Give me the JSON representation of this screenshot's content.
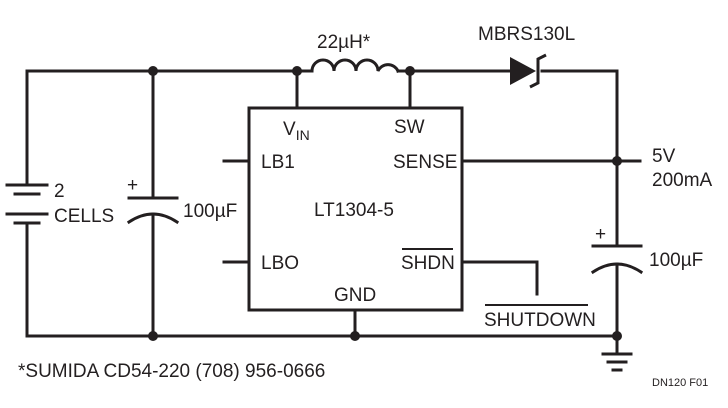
{
  "ic": {
    "name": "LT1304-5",
    "pins": {
      "vin_main": "V",
      "vin_sub": "IN",
      "sw": "SW",
      "lb1": "LB1",
      "sense": "SENSE",
      "lbo": "LBO",
      "shdn": "SHDN",
      "gnd": "GND"
    }
  },
  "inductor": {
    "label": "22µH*"
  },
  "diode": {
    "label": "MBRS130L"
  },
  "battery": {
    "label_line1": "2",
    "label_line2": "CELLS"
  },
  "input_cap": {
    "polarity": "+",
    "value": "100µF"
  },
  "output_cap": {
    "polarity": "+",
    "value": "100µF"
  },
  "output": {
    "voltage": "5V",
    "current": "200mA"
  },
  "shutdown": {
    "label": "SHUTDOWN"
  },
  "footnote": "*SUMIDA CD54-220 (708) 956-0666",
  "figure_id": "DN120 F01",
  "colors": {
    "ink": "#231f20",
    "background": "#ffffff"
  }
}
